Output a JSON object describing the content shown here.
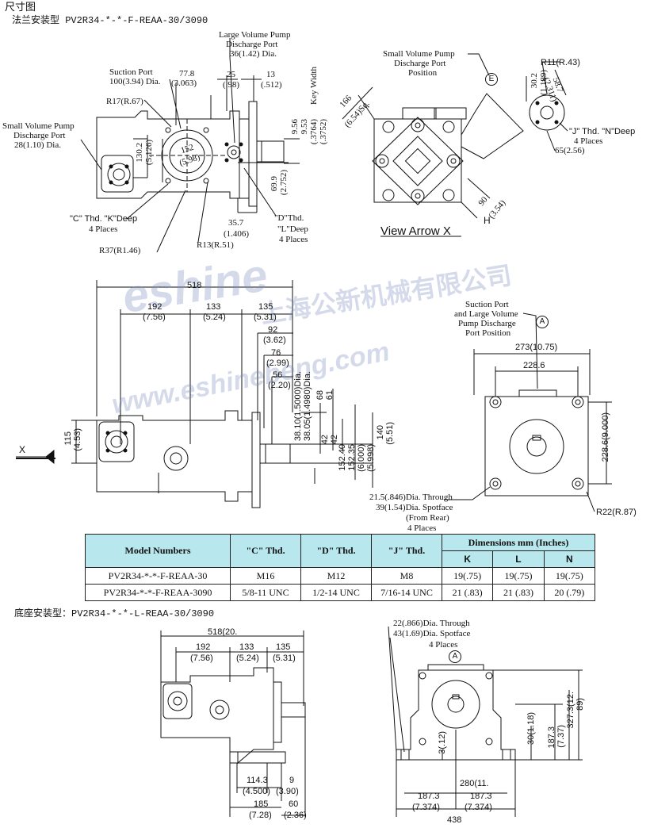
{
  "header": {
    "title": "尺寸图",
    "flange_title": "法兰安装型 PV2R34-*-*-F-REAA-30/3090",
    "foot_title": "底座安装型：PV2R34-*-*-L-REAA-30/3090"
  },
  "top_view": {
    "large_port": [
      "Large Volume Pump",
      "Discharge Port",
      "36(1.42) Dia."
    ],
    "suction_port": [
      "Suction Port",
      "100(3.94) Dia."
    ],
    "d_77_8": "77.8",
    "d_3_063": "(3.063)",
    "d_25": "25",
    "d_98": "(.98)",
    "d_13": "13",
    "d_512": "(.512)",
    "key_width": "Key Width",
    "r17": "R17(R.67)",
    "small_port": [
      "Small Volume Pump",
      "Discharge Port",
      "28(1.10) Dia."
    ],
    "d_130_2": "130.2",
    "d_5_126": "(5.126)",
    "d_152": "152",
    "d_5_98": "(5.98)",
    "d_9_56": "9.56",
    "d_9_53": "9.53",
    "d_3764": "(.3764)",
    "d_3752": "(.3752)",
    "d_69_9": "69.9",
    "d_2_752": "(2.752)",
    "c_thd": "\"C\" Thd. \"K\"Deep",
    "four_places": "4 Places",
    "d_35_7": "35.7",
    "d_1_406": "(1.406)",
    "d_thd": "\"D\"Thd.",
    "l_deep": "\"L\"Deep",
    "r37": "R37(R1.46)",
    "r13": "R13(R.51)"
  },
  "arrow_view": {
    "small_port_pos": [
      "Small Volume Pump",
      "Discharge Port",
      "Position"
    ],
    "e_mark": "E",
    "r11": "R11(R.43)",
    "d_166": "166",
    "d_6_54": "(6.54)Sq.",
    "d_30_2": "30.2",
    "d_1_189": "(1.189)",
    "d_58_7": "58.7",
    "d_2_311": "(2.311)",
    "j_thd": "\"J\" Thd. \"N\"Deep",
    "four_places": "4 Places",
    "d_65": "65(2.56)",
    "d_90": "90",
    "d_3_54": "(3.54)",
    "h_mark": "H",
    "view_label": "View Arrow X"
  },
  "side_view": {
    "d_518": "518",
    "d_192": "192",
    "d_7_56": "(7.56)",
    "d_133": "133",
    "d_5_24": "(5.24)",
    "d_135": "135",
    "d_5_31": "(5.31)",
    "d_92": "92",
    "d_3_62": "(3.62)",
    "d_76": "76",
    "d_2_99": "(2.99)",
    "d_56": "56",
    "d_2_20": "(2.20)",
    "d_shaft1": "38.10(1.5000)Dia.",
    "d_shaft2": "38.05(1.4980)Dia.",
    "d_68": "68",
    "d_61": "61",
    "d_42_1": "42",
    "d_42_2": "42",
    "d_115": "115",
    "d_4_53": "(4.53)",
    "d_152_40": "152.40",
    "d_152_35": "152.35",
    "d_6_000": "(6.000)",
    "d_5_998": "(5.998)",
    "d_140": "140",
    "d_5_51": "(5.51)",
    "x_mark": "X"
  },
  "front_view": {
    "suction_pos": [
      "Suction Port",
      "and Large Volume",
      "Pump Discharge",
      "Port Position"
    ],
    "a_mark": "A",
    "d_273": "273(10.75)",
    "d_228_6": "228.6",
    "d_228_6v": "228.6(9.000)",
    "through": [
      "21.5(.846)Dia. Through",
      "39(1.54)Dia. Spotface",
      "(From Rear)",
      "4 Places"
    ],
    "r22": "R22(R.87)"
  },
  "table": {
    "h_model": "Model Numbers",
    "h_c": "\"C\" Thd.",
    "h_d": "\"D\" Thd.",
    "h_j": "\"J\" Thd.",
    "h_dims": "Dimensions mm (Inches)",
    "h_k": "K",
    "h_l": "L",
    "h_n": "N",
    "rows": [
      {
        "model": "PV2R34-*-*-F-REAA-30",
        "c": "M16",
        "d": "M12",
        "j": "M8",
        "k": "19(.75)",
        "l": "19(.75)",
        "n": "19(.75)"
      },
      {
        "model": "PV2R34-*-*-F-REAA-3090",
        "c": "5/8-11 UNC",
        "d": "1/2-14 UNC",
        "j": "7/16-14 UNC",
        "k": "21 (.83)",
        "l": "21 (.83)",
        "n": "20 (.79)"
      }
    ]
  },
  "foot_side": {
    "d_518": "518(20.",
    "d_192": "192",
    "d_7_56": "(7.56)",
    "d_133": "133",
    "d_5_24": "(5.24)",
    "d_135": "135",
    "d_5_31": "(5.31)",
    "d_114_3": "114.3",
    "d_4_500": "(4.500)",
    "d_9": "9",
    "d_3_90": "(3.90)",
    "d_185": "185",
    "d_7_28": "(7.28)",
    "d_60": "60",
    "d_2_36": "(2.36)"
  },
  "foot_front": {
    "through": [
      "22(.866)Dia. Through",
      "43(1.69)Dia. Spotface",
      "4 Places"
    ],
    "a_mark": "A",
    "d_30": "30(1.18)",
    "d_3": "3(.12)",
    "d_187_3v": "187.3",
    "d_7_37": "(7.37)",
    "d_327_3": "327.3(12.",
    "d_89": "89)",
    "d_280": "280(11.",
    "d_187_3a": "187.3",
    "d_7_374a": "(7.374)",
    "d_187_3b": "187.3",
    "d_7_374b": "(7.374)",
    "d_438": "438"
  },
  "watermark": {
    "brand": "eshine",
    "company": "上海公新机械有限公司",
    "url": "www.eshinebeng.com"
  }
}
